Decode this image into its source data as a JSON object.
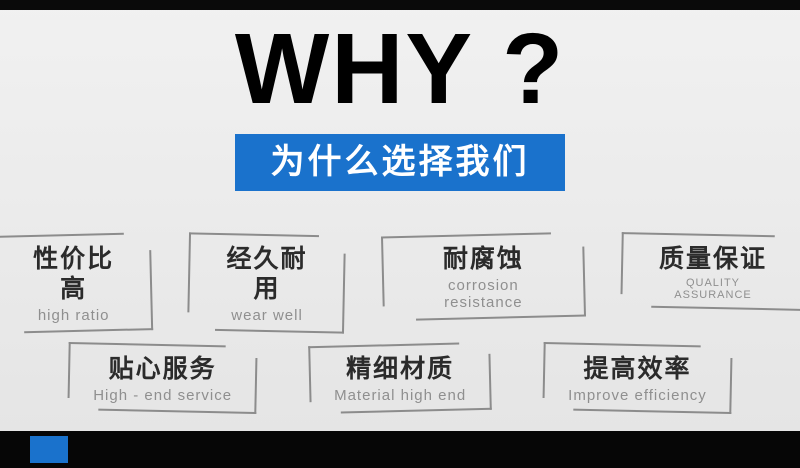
{
  "header": {
    "title": "WHY ?",
    "banner": "为什么选择我们"
  },
  "features": {
    "row1": [
      {
        "title": "性价比高",
        "subtitle": "high ratio"
      },
      {
        "title": "经久耐用",
        "subtitle": "wear well"
      },
      {
        "title": "耐腐蚀",
        "subtitle": "corrosion resistance"
      },
      {
        "title": "质量保证",
        "subtitle": "QUALITY ASSURANCE"
      }
    ],
    "row2": [
      {
        "title": "贴心服务",
        "subtitle": "High - end service"
      },
      {
        "title": "精细材质",
        "subtitle": "Material high end"
      },
      {
        "title": "提高效率",
        "subtitle": "Improve efficiency"
      }
    ]
  },
  "colors": {
    "accent_blue": "#1a72cc",
    "bar_black": "#060606",
    "background": "#eaeaea",
    "bracket_gray": "#8c8c8c"
  }
}
